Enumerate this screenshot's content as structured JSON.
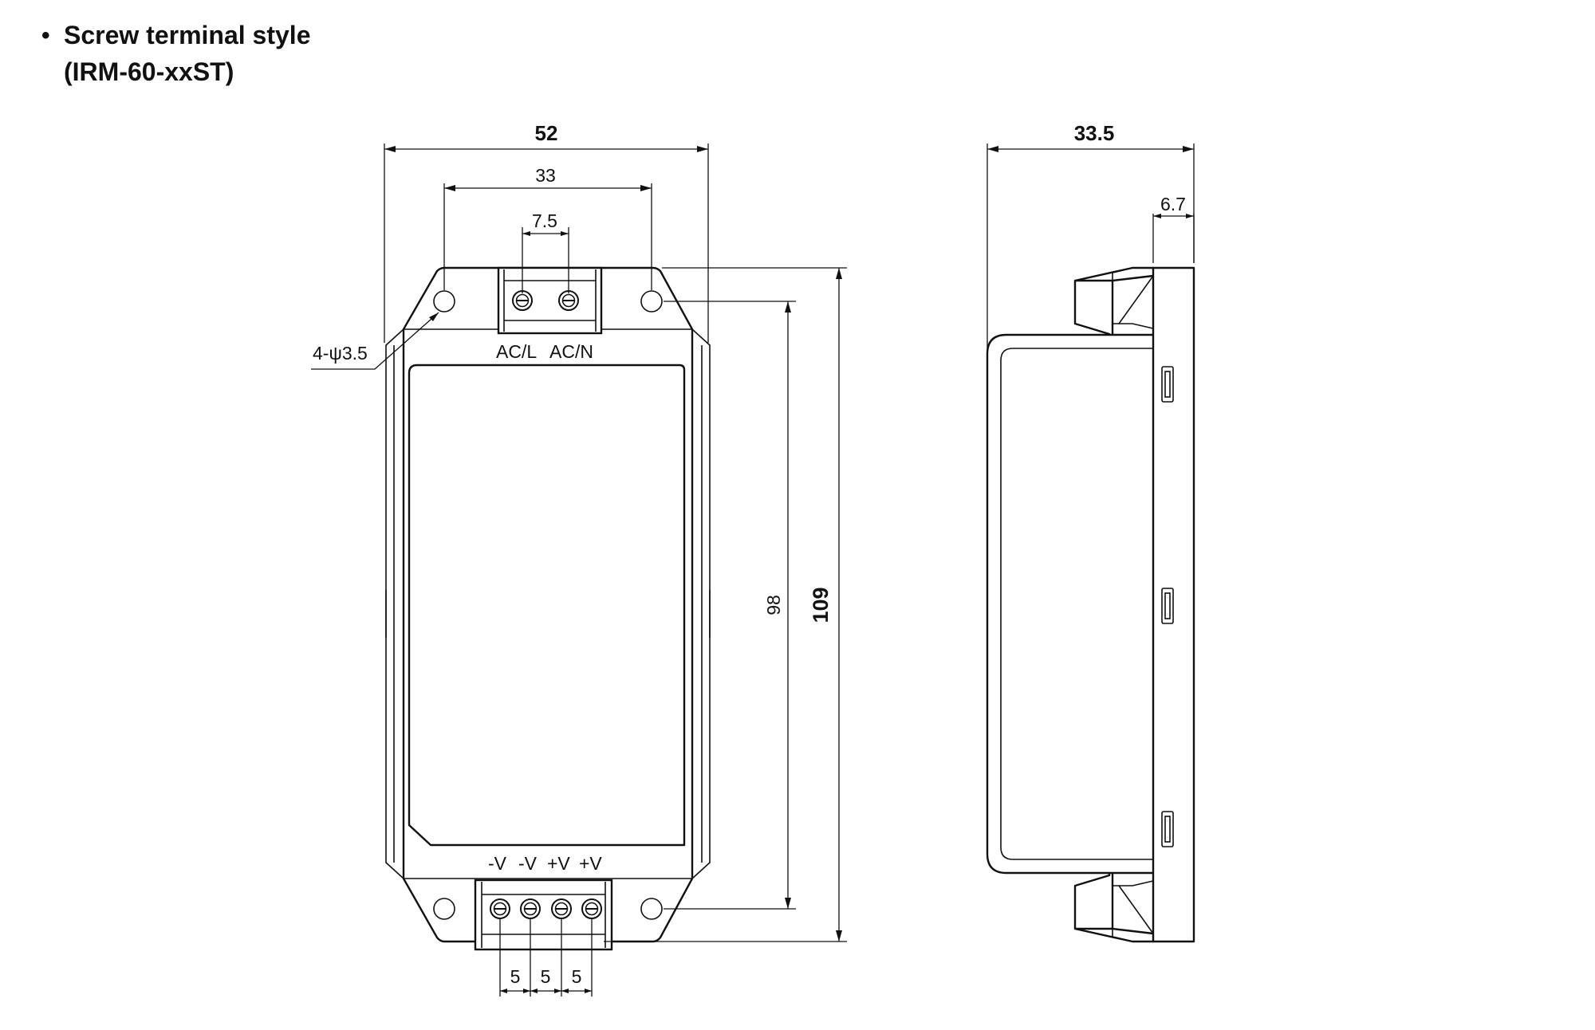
{
  "heading": {
    "bullet": "•",
    "line1": "Screw terminal style",
    "line2": "(IRM-60-xxST)"
  },
  "front_view": {
    "width_dim": "52",
    "hole_spacing_dim": "33",
    "terminal_pitch_top_dim": "7.5",
    "hole_callout": "4-ψ3.5",
    "input_labels": [
      "AC/L",
      "AC/N"
    ],
    "output_labels": [
      "-V",
      "-V",
      "+V",
      "+V"
    ],
    "terminal_pitch_bottom_dims": [
      "5",
      "5",
      "5"
    ],
    "hole_vertical_dim": "98",
    "height_dim": "109"
  },
  "side_view": {
    "depth_dim": "33.5",
    "flange_dim": "6.7"
  }
}
